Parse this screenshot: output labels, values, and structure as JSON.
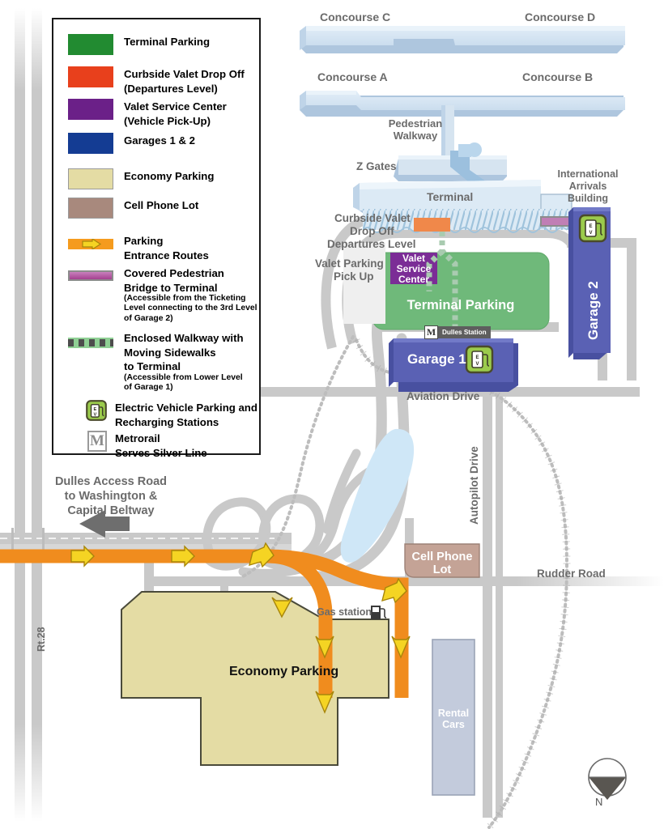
{
  "legend": {
    "items": [
      {
        "id": "terminal-parking",
        "label": "Terminal Parking",
        "sub": "",
        "color": "#228B31",
        "type": "swatch"
      },
      {
        "id": "curbside-valet",
        "label": "Curbside Valet Drop Off",
        "sub": "(Departures Level)",
        "color": "#E8401C",
        "type": "swatch"
      },
      {
        "id": "valet-service-center",
        "label": "Valet Service Center",
        "sub": "(Vehicle Pick-Up)",
        "color": "#6B2088",
        "type": "swatch"
      },
      {
        "id": "garages",
        "label": "Garages 1 & 2",
        "sub": "",
        "color": "#143C93",
        "type": "swatch"
      },
      {
        "id": "economy-parking",
        "label": "Economy Parking",
        "sub": "",
        "color": "#E4DCA4",
        "type": "swatch"
      },
      {
        "id": "cell-phone-lot",
        "label": "Cell Phone Lot",
        "sub": "",
        "color": "#A8897D",
        "type": "swatch"
      },
      {
        "id": "parking-entrance-routes",
        "label": "Parking\nEntrance Routes",
        "line1": "Parking",
        "line2": "Entrance Routes",
        "sub": "",
        "color": "#F59B1E",
        "type": "arrow"
      },
      {
        "id": "covered-pedestrian-bridge",
        "line1": "Covered Pedestrian",
        "line2": "Bridge to Terminal",
        "sub": "(Accessible from the Ticketing Level connecting to the 3rd Level of Garage 2)",
        "sub_l1": "(Accessible from the Ticketing",
        "sub_l2": "Level connecting to the 3rd Level",
        "sub_l3": "of Garage 2)",
        "color": "#A4418F",
        "type": "bridge"
      },
      {
        "id": "enclosed-walkway",
        "line1": "Enclosed Walkway with",
        "line2": "Moving Sidewalks",
        "line3": "to Terminal",
        "sub_l1": "(Accessible from Lower Level",
        "sub_l2": "of Garage 1)",
        "color": "#8FCF94",
        "type": "walkway"
      },
      {
        "id": "electric-vehicle",
        "line1": "Electric Vehicle Parking and",
        "line2": "Recharging Stations",
        "color": "#9BCB4C",
        "type": "ev-icon"
      },
      {
        "id": "metrorail",
        "line1": "Metrorail",
        "line2": "Serves Silver Line",
        "color": "#8C8C8C",
        "type": "metro-icon",
        "glyph": "M"
      }
    ]
  },
  "map": {
    "concourses": [
      {
        "id": "concourse-c",
        "label": "Concourse C"
      },
      {
        "id": "concourse-d",
        "label": "Concourse D"
      },
      {
        "id": "concourse-a",
        "label": "Concourse A"
      },
      {
        "id": "concourse-b",
        "label": "Concourse B"
      }
    ],
    "labels": {
      "pedestrian_walkway_l1": "Pedestrian",
      "pedestrian_walkway_l2": "Walkway",
      "z_gates": "Z Gates",
      "terminal": "Terminal",
      "international_arrivals_l1": "International",
      "international_arrivals_l2": "Arrivals",
      "international_arrivals_l3": "Building",
      "curbside_valet_l1": "Curbside Valet",
      "curbside_valet_l2": "Drop Off",
      "curbside_valet_l3": "Departures Level",
      "valet_parking_l1": "Valet Parking",
      "valet_parking_l2": "Pick Up",
      "valet_service_l1": "Valet",
      "valet_service_l2": "Service",
      "valet_service_l3": "Center",
      "terminal_parking": "Terminal Parking",
      "garage_1": "Garage 1",
      "garage_2": "Garage 2",
      "dulles_station": "Dulles Station",
      "metro_glyph": "M",
      "aviation_drive": "Aviation Drive",
      "autopilot_drive": "Autopilot Drive",
      "rudder_road": "Rudder Road",
      "rt_28": "Rt.28",
      "dulles_access_l1": "Dulles Access Road",
      "dulles_access_l2": "to Washington &",
      "dulles_access_l3": "Capital Beltway",
      "economy_parking": "Economy Parking",
      "gas_station": "Gas station",
      "cell_phone_lot_l1": "Cell Phone",
      "cell_phone_lot_l2": "Lot",
      "rental_cars_l1": "Rental",
      "rental_cars_l2": "Cars",
      "compass_north": "N"
    },
    "colors": {
      "terminal_parking": "#6FB97A",
      "garage": "#5A61B4",
      "garage_shadow": "#4850A0",
      "economy": "#E4DCA4",
      "cell_phone": "#C4A396",
      "rental_cars": "#C3CBDC",
      "building": "#D6E4F0",
      "building_shadow": "#AEC6DE",
      "road": "#C9C9C9",
      "route_orange": "#F08C1E",
      "arrow_yellow": "#F5D423",
      "water": "#CFE7F7",
      "valet_purple": "#7B2D96",
      "valet_drop": "#F0884A",
      "bridge": "#C07FB5",
      "ev_green": "#9BCB4C",
      "text_gray": "#6B6B6B"
    }
  }
}
